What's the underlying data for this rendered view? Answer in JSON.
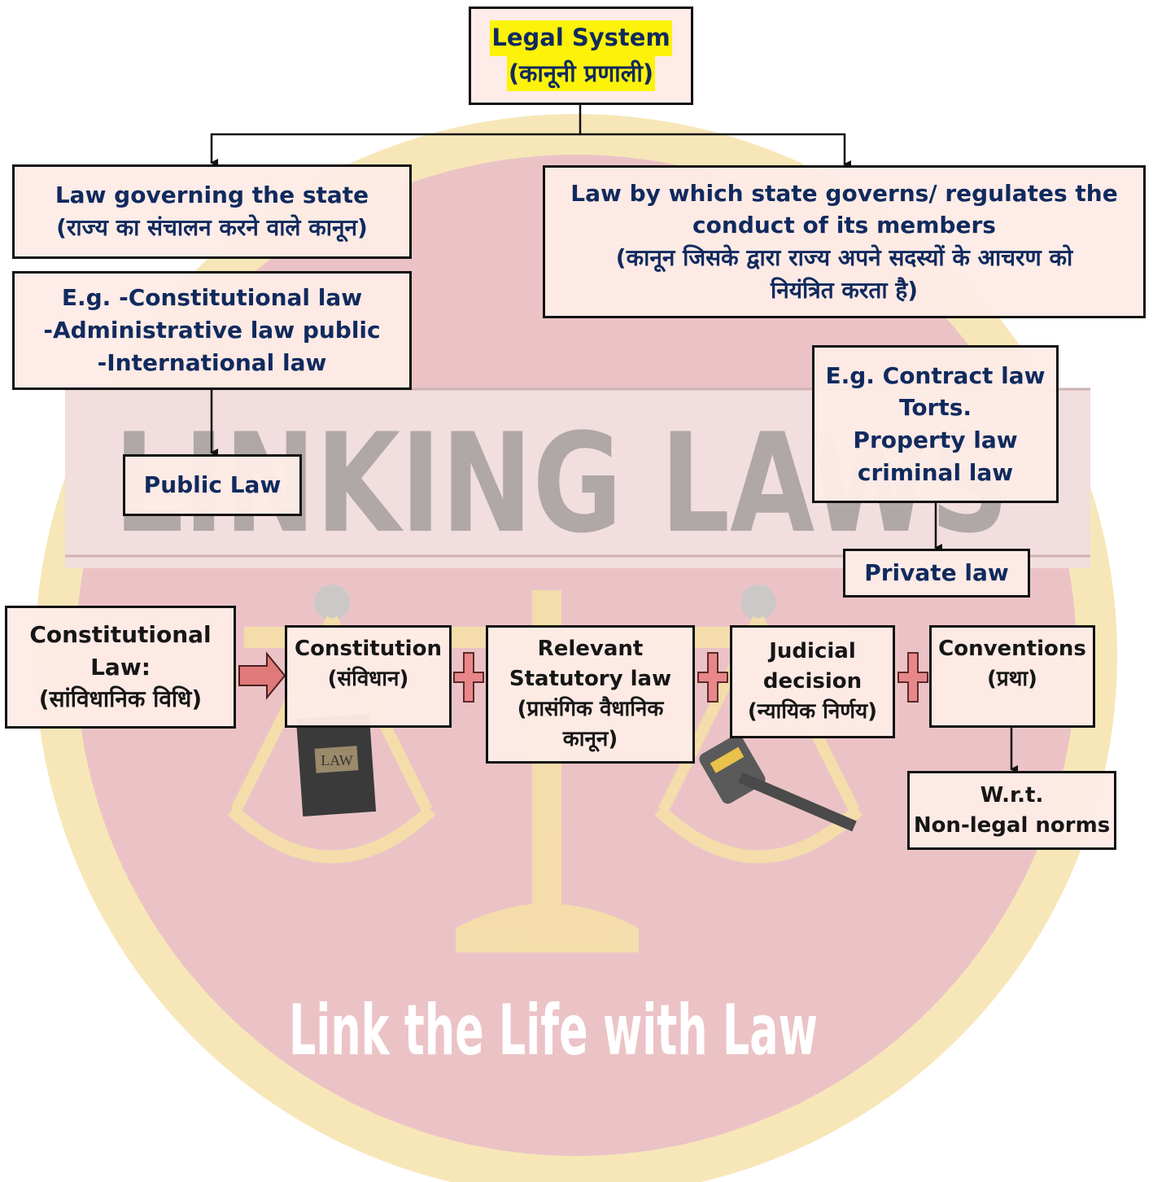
{
  "watermark": {
    "brand": "LINKING LAWS",
    "tagline": "Link the Life with Law",
    "book_label": "LAW",
    "colors": {
      "disc": "#e8b8bd",
      "ring": "#f5dfa6",
      "brand_text": "#8a8a8a",
      "tagline_text": "#ffffff"
    }
  },
  "root": {
    "title": "Legal System",
    "subtitle": "(कानूनी प्रणाली)"
  },
  "left_branch": {
    "heading": "Law governing the state",
    "heading_hi": "(राज्य का संचालन करने वाले कानून)",
    "examples": [
      "E.g. -Constitutional law",
      "-Administrative law public",
      "-International law"
    ],
    "result": "Public Law"
  },
  "right_branch": {
    "heading": [
      "Law by which state governs/ regulates the",
      "conduct of its members"
    ],
    "heading_hi": [
      "(कानून जिसके द्वारा राज्य अपने सदस्यों के आचरण को",
      "नियंत्रित करता है)"
    ],
    "examples": [
      "E.g. Contract law",
      "Torts.",
      "Property law",
      "criminal law"
    ],
    "result": "Private law"
  },
  "constitutional_law": {
    "label": [
      "Constitutional",
      "Law:",
      "(सांविधानिक  विधि)"
    ],
    "components": [
      {
        "lines": [
          "Constitution",
          "(संविधान)"
        ]
      },
      {
        "lines": [
          "Relevant",
          "Statutory law",
          "(प्रासंगिक वैधानिक",
          "कानून)"
        ]
      },
      {
        "lines": [
          "Judicial",
          "decision",
          "(न्यायिक निर्णय)"
        ]
      },
      {
        "lines": [
          "Conventions",
          "(प्रथा)"
        ]
      }
    ],
    "note": [
      "W.r.t.",
      "Non-legal norms"
    ]
  },
  "colors": {
    "highlight": "#fdf20a",
    "navy_text": "#102a5e",
    "box_fill": "#fdebe6",
    "arrow_fill": "#e07a7a",
    "plus_fill": "#e8878a"
  }
}
